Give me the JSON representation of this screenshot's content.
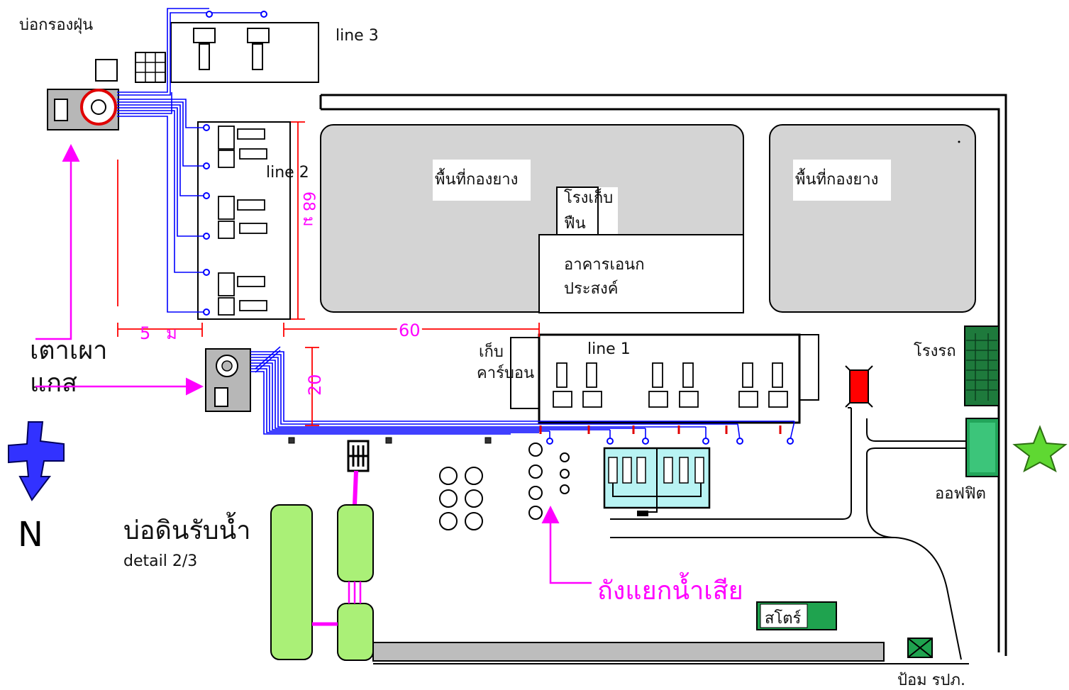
{
  "labels": {
    "dust_pond": "บ่อกรองฝุ่น",
    "line3": "line 3",
    "line2": "line 2",
    "line1": "line 1",
    "rubber_area_1": "พื้นที่กองยาง",
    "rubber_area_2": "พื้นที่กองยาง",
    "firewood_1": "โรงเก็บ",
    "firewood_2": "ฟืน",
    "multi_1": "อาคารเอนก",
    "multi_2": "ประสงค์",
    "carbon_1": "เก็บ",
    "carbon_2": "คาร์บอน",
    "kiln_1": "เตาเผา",
    "kiln_2": "แกส",
    "garage": "โรงรถ",
    "office": "ออฟฟิต",
    "soil_pond": "บ่อดินรับน้ำ",
    "detail": "detail 2/3",
    "wastewater": "ถังแยกน้ำเสีย",
    "store": "สโตร์",
    "guard": "ป้อม รปภ.",
    "north": "N"
  },
  "dimensions": {
    "d68": "68 ม",
    "d5": "5",
    "d5_unit": "ม",
    "d60": "60",
    "d20": "20"
  },
  "colors": {
    "pipe": "#0000ff",
    "annotation": "#ff00ff",
    "dim_line": "#ff0000",
    "pond": "#aaf077",
    "rubber_area": "#d4d4d4",
    "garage": "#1e7a3c",
    "office": "#22a55a",
    "star": "#5fd832",
    "wastewater_tank": "#b8f3f3"
  },
  "icons": [
    "north-arrow-icon",
    "star-icon"
  ]
}
